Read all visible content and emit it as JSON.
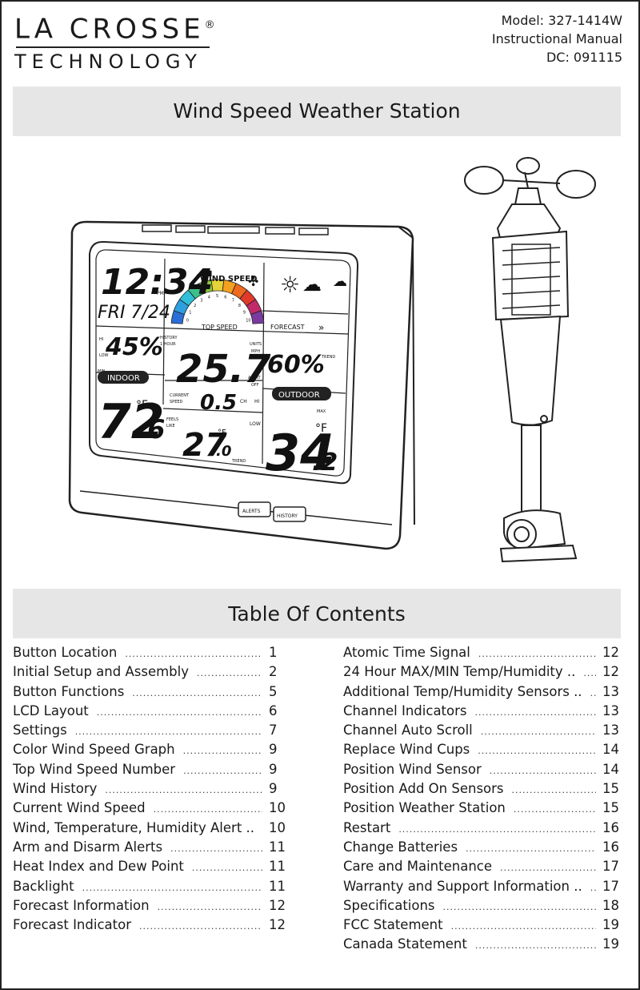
{
  "brand": {
    "line1": "LA CROSSE",
    "reg": "®",
    "line2": "TECHNOLOGY"
  },
  "meta": {
    "model": "Model: 327-1414W",
    "manual": "Instructional Manual",
    "dc": "DC: 091115"
  },
  "title": "Wind Speed Weather Station",
  "display": {
    "time": "12:34",
    "pm": "PM",
    "date": "FRI 7/24",
    "wind_speed_label": "WIND SPEED",
    "top_speed_label": "TOP SPEED",
    "top_speed": "25.7",
    "history_label": "HISTORY",
    "hour_label": "1 HOUR",
    "units_label": "UNITS",
    "mph_label": "MPH",
    "alert_label": "ALERT",
    "off_label": "OFF",
    "forecast_label": "FORECAST",
    "forecast_arrows": "»",
    "indoor_hum": "45%",
    "hi_label": "HI",
    "low_label": "LOW",
    "min_label": "MIN",
    "indoor_label": "INDOOR",
    "indoor_temp_int": "72",
    "indoor_temp_dec": ".6",
    "deg_f": "°F",
    "current_speed_label1": "CURRENT",
    "current_speed_label2": "SPEED",
    "current_speed": "0.5",
    "feels_label1": "FEELS",
    "feels_label2": "LIKE",
    "feels_int": "27",
    "feels_dec": ".0",
    "trend_label": "TREND",
    "ch_label": "CH",
    "hi2_label": "HI",
    "low2_label": "LOW",
    "outdoor_hum": "60%",
    "outdoor_label": "OUTDOOR",
    "max_label": "MAX",
    "outdoor_temp_int": "34",
    "outdoor_temp_dec": ".2",
    "alerts_button": "ALERTS",
    "history_button": "HISTORY",
    "gauge_numbers": [
      "0",
      "1",
      "2",
      "3",
      "4",
      "5",
      "6",
      "7",
      "8",
      "9",
      "10"
    ],
    "gauge_colors": [
      "#2b6fd6",
      "#2e9fe0",
      "#2fc0d8",
      "#3cc08a",
      "#8cc83c",
      "#e6d23a",
      "#f4a020",
      "#ee6a1e",
      "#e03a2a",
      "#c22a6a",
      "#7a3aa0"
    ]
  },
  "toc_title": "Table Of Contents",
  "toc_left": [
    {
      "title": "Button Location",
      "page": "1"
    },
    {
      "title": "Initial Setup and Assembly",
      "page": "2"
    },
    {
      "title": "Button Functions",
      "page": "5"
    },
    {
      "title": "LCD Layout",
      "page": "6"
    },
    {
      "title": "Settings",
      "page": "7"
    },
    {
      "title": "Color Wind Speed Graph",
      "page": "9"
    },
    {
      "title": "Top Wind Speed Number",
      "page": "9"
    },
    {
      "title": "Wind History",
      "page": "9"
    },
    {
      "title": "Current Wind Speed",
      "page": "10"
    },
    {
      "title": "Wind, Temperature, Humidity Alert ..",
      "page": "10"
    },
    {
      "title": "Arm and Disarm Alerts",
      "page": "11"
    },
    {
      "title": "Heat Index and Dew Point",
      "page": "11"
    },
    {
      "title": "Backlight",
      "page": "11"
    },
    {
      "title": "Forecast Information",
      "page": "12"
    },
    {
      "title": "Forecast Indicator",
      "page": "12"
    }
  ],
  "toc_right": [
    {
      "title": "Atomic Time Signal",
      "page": "12"
    },
    {
      "title": "24 Hour MAX/MIN Temp/Humidity ..",
      "page": "12"
    },
    {
      "title": "Additional Temp/Humidity Sensors ..",
      "page": "13"
    },
    {
      "title": "Channel Indicators",
      "page": "13"
    },
    {
      "title": "Channel Auto Scroll",
      "page": "13"
    },
    {
      "title": "Replace Wind Cups",
      "page": "14"
    },
    {
      "title": "Position Wind Sensor",
      "page": "14"
    },
    {
      "title": "Position Add On Sensors",
      "page": "15"
    },
    {
      "title": "Position Weather Station",
      "page": "15"
    },
    {
      "title": "Restart",
      "page": "16"
    },
    {
      "title": "Change Batteries",
      "page": "16"
    },
    {
      "title": "Care and Maintenance",
      "page": "17"
    },
    {
      "title": "Warranty and Support Information ..",
      "page": "17"
    },
    {
      "title": "Specifications",
      "page": "18"
    },
    {
      "title": "FCC Statement",
      "page": "19"
    },
    {
      "title": "Canada Statement",
      "page": "19"
    }
  ]
}
